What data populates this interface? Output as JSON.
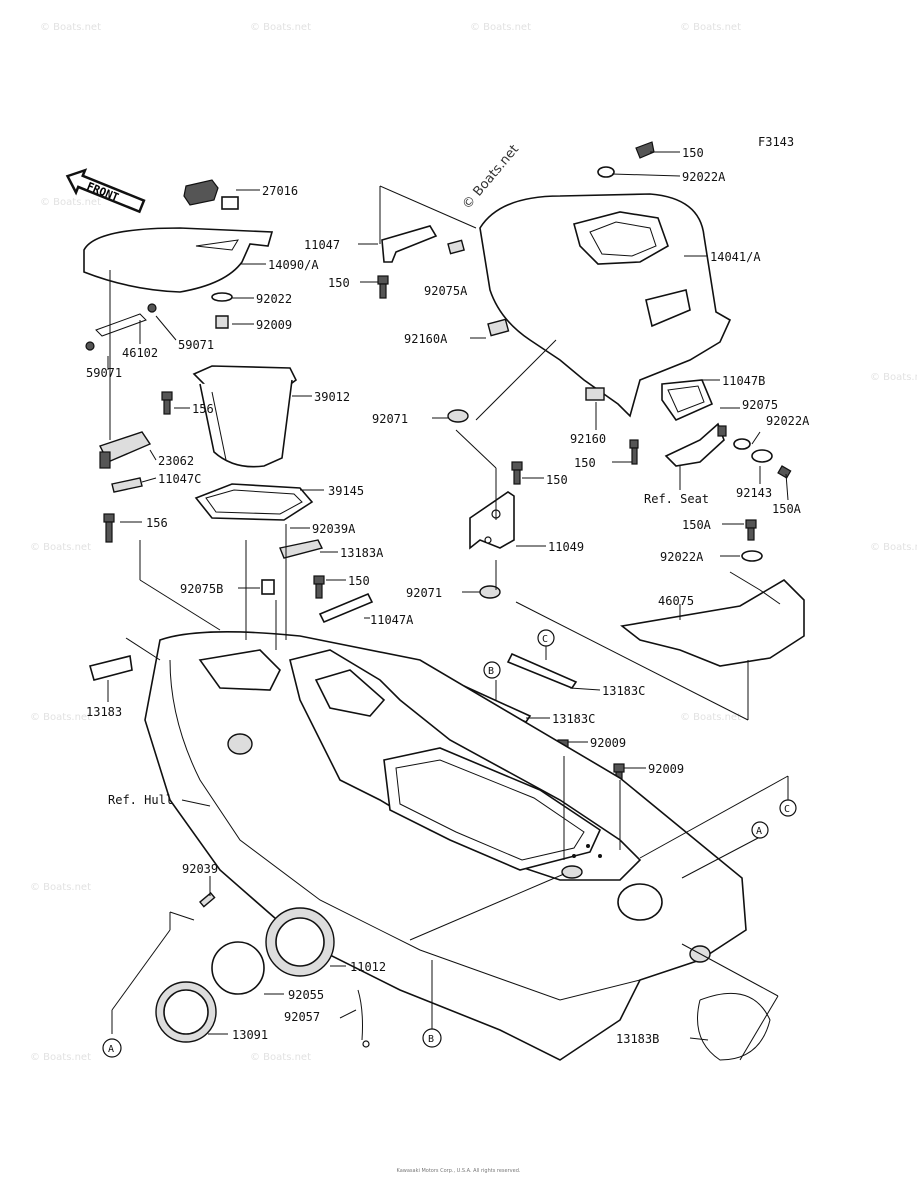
{
  "figure_code": "F3143",
  "front_label": "FRONT",
  "watermark_main": "© Boats.net",
  "watermark_repeat": "© Boats.net",
  "copyright_footer": "Kawasaki Motors Corp., U.S.A. All rights reserved.",
  "parts": {
    "p150_top": "150",
    "p92022A_top": "92022A",
    "p27016": "27016",
    "p11047": "11047",
    "p14090A": "14090/A",
    "p14041A": "14041/A",
    "p150_b": "150",
    "p92075A": "92075A",
    "p92022": "92022",
    "p92009_a": "92009",
    "p46102": "46102",
    "p59071_a": "59071",
    "p59071_b": "59071",
    "p92160A": "92160A",
    "p11047B": "11047B",
    "p39012": "39012",
    "p92075": "92075",
    "p156_a": "156",
    "p92071_a": "92071",
    "p92160": "92160",
    "p92022A_m": "92022A",
    "p23062": "23062",
    "p150_c": "150",
    "p150_d": "150",
    "p11047C": "11047C",
    "ref_seat": "Ref. Seat",
    "p92143": "92143",
    "p150A_a": "150A",
    "p39145": "39145",
    "p156_b": "156",
    "p11049": "11049",
    "p150A_b": "150A",
    "p92039A": "92039A",
    "p13183A": "13183A",
    "p92022A_b": "92022A",
    "p92075B": "92075B",
    "p150_e": "150",
    "p92071_b": "92071",
    "p46075": "46075",
    "p11047A": "11047A",
    "p13183C_a": "13183C",
    "p13183C_b": "13183C",
    "p13183": "13183",
    "p92009_b": "92009",
    "p92009_c": "92009",
    "ref_hull": "Ref. Hull",
    "p92039": "92039",
    "p11012": "11012",
    "p92055": "92055",
    "p92057": "92057",
    "p13091": "13091",
    "p13183B": "13183B"
  },
  "callouts": {
    "A": "A",
    "B": "B",
    "C": "C"
  }
}
